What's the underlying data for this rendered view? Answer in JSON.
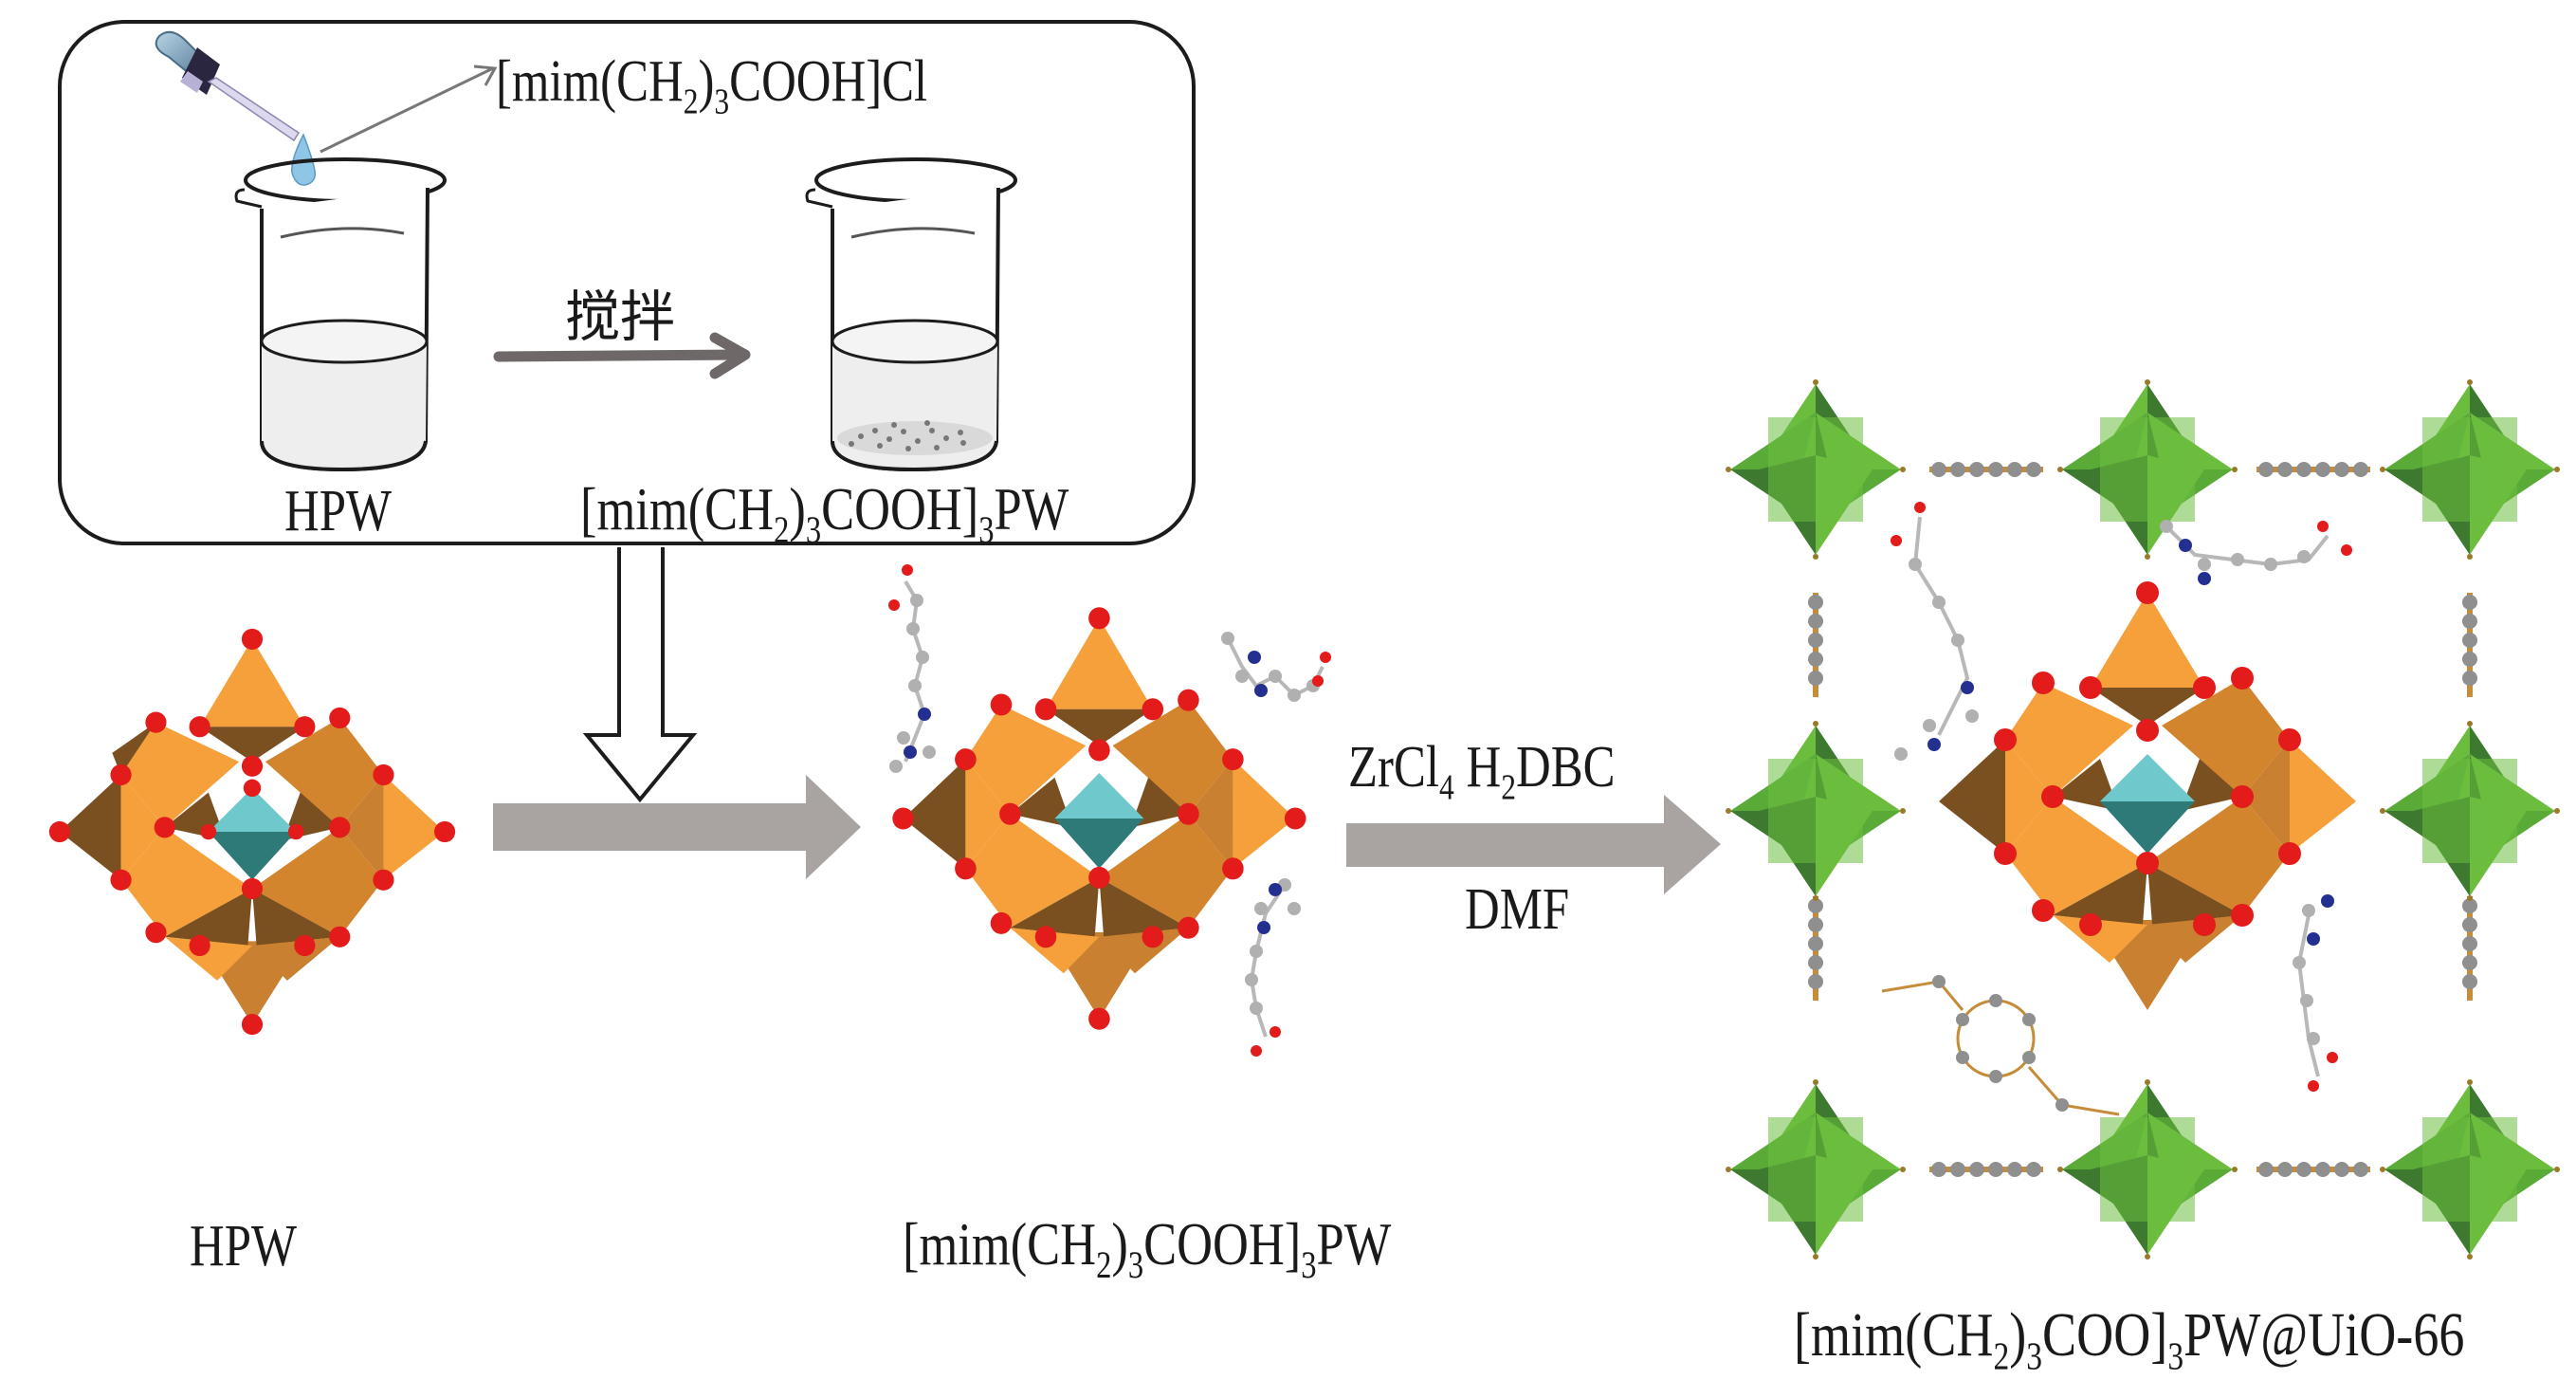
{
  "figure": {
    "type": "synthesis-scheme",
    "inset": {
      "reagent_label": {
        "prefix": "[mim(CH",
        "sub1": "2",
        "mid": ")",
        "sub2": "3",
        "suffix": "COOH]Cl"
      },
      "stir_label": "搅拌",
      "beaker1_label": "HPW",
      "beaker2_label": {
        "prefix": "[mim(CH",
        "sub1": "2",
        "mid": ")",
        "sub2": "3",
        "middle": "COOH]",
        "sub3": "3",
        "suffix": "PW"
      }
    },
    "step2_conditions": {
      "top": {
        "a": "ZrCl",
        "a_sub": "4",
        "b": " H",
        "b_sub": "2",
        "c": "DBC"
      },
      "bottom": "DMF"
    },
    "structures": [
      {
        "id": "hpw",
        "label": "HPW"
      },
      {
        "id": "il-pw",
        "label": {
          "prefix": "[mim(CH",
          "sub1": "2",
          "mid": ")",
          "sub2": "3",
          "middle": "COOH]",
          "sub3": "3",
          "suffix": "PW"
        }
      },
      {
        "id": "il-pw-uio66",
        "label": {
          "prefix": "[mim(CH",
          "sub1": "2",
          "mid": ")",
          "sub2": "3",
          "middle": "COO]",
          "sub3": "3",
          "suffix": "PW@UiO-66"
        }
      }
    ],
    "colors": {
      "polyhedron_light": "#f5a03a",
      "polyhedron_mid": "#d3852e",
      "polyhedron_dark": "#7a5020",
      "oxygen": "#e31b1b",
      "central_light": "#6ec8cc",
      "central_dark": "#2e7a78",
      "zr_light": "#6cbd3e",
      "zr_dark": "#3d7a30",
      "carbon": "#a9a9a9",
      "nitrogen": "#24308f",
      "arrow_gray": "#a7a09d",
      "stir_arrow": "#6e6868"
    }
  }
}
